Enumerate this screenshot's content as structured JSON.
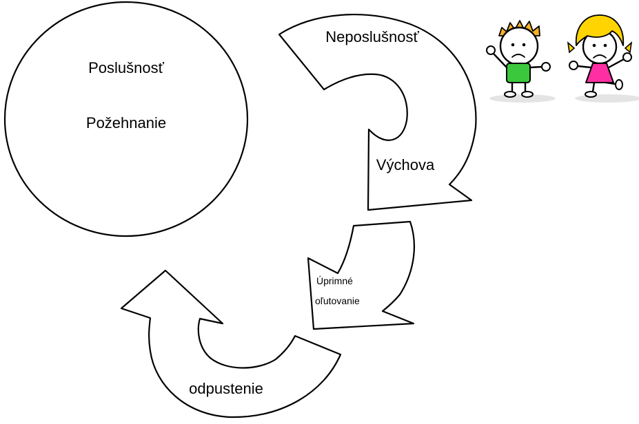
{
  "circle": {
    "line1": "Poslušnosť",
    "line2": "Požehnanie"
  },
  "arrows": {
    "disobedience": "Neposlušnosť",
    "discipline": "Výchova",
    "repentance_line1": "Úprimné",
    "repentance_line2": "oľutovanie",
    "forgiveness": "odpustenie"
  },
  "illustration": {
    "icon": "sad-children-icon",
    "boy_shirt_color": "#3cc83c",
    "girl_dress_color": "#ff2fa3",
    "girl_hair_color": "#ffd400",
    "boy_hair_color": "#f5b229"
  }
}
